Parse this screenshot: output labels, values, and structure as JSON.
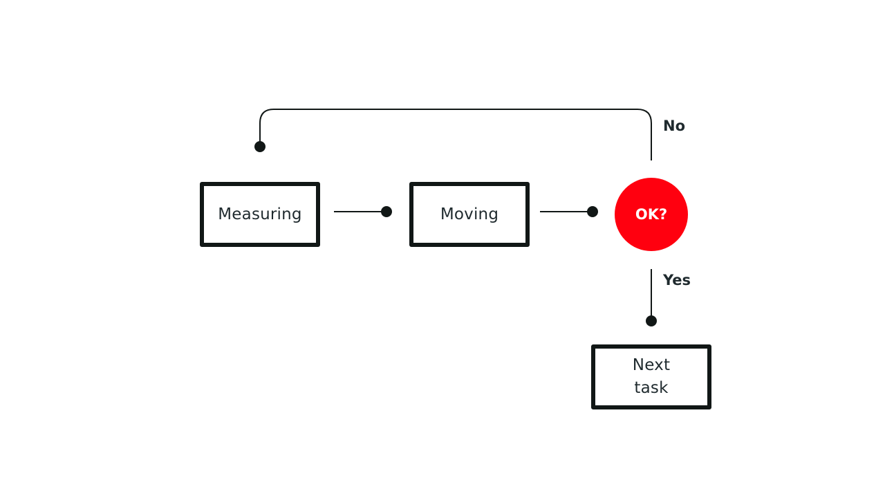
{
  "diagram": {
    "nodes": {
      "measuring": {
        "label": "Measuring"
      },
      "moving": {
        "label": "Moving"
      },
      "decision": {
        "label": "OK?",
        "fill": "#ff000f"
      },
      "next_task": {
        "label_line1": "Next",
        "label_line2": "task"
      }
    },
    "edges": {
      "no": {
        "label": "No"
      },
      "yes": {
        "label": "Yes"
      }
    },
    "colors": {
      "ink": "#111716",
      "text": "#1f2a2e",
      "accent": "#ff000f",
      "background": "#ffffff"
    }
  }
}
